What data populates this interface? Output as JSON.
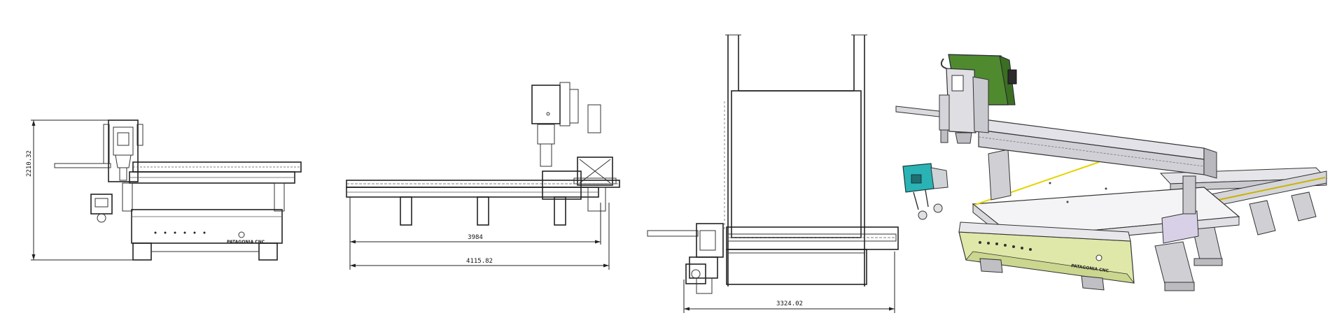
{
  "views": {
    "side": {
      "height_dim": "2210.32",
      "logo_text": "PATAGONIA CNC"
    },
    "front": {
      "inner_width_dim": "3984",
      "overall_width_dim": "4115.82"
    },
    "top": {
      "width_dim": "3324.02"
    },
    "iso": {
      "logo_text": "PATAGONIA CNC"
    }
  },
  "colors": {
    "spindle_green": "#4f8a2f",
    "vacuum_cyan": "#2ab3b5",
    "base_yellow": "#dfe8a8",
    "frame_gray": "#d9d9de",
    "gantry_lavender": "#d8d0e6"
  }
}
